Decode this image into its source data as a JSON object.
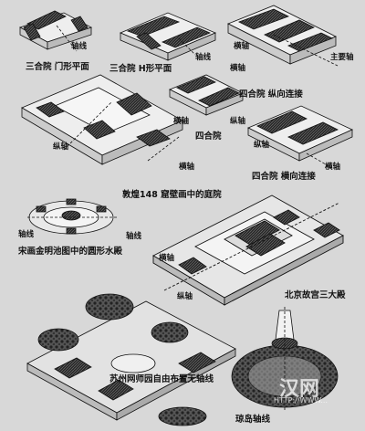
{
  "labels": {
    "sanheyuan_men": "三合院 门形平面",
    "sanheyuan_h": "三合院 H形平面",
    "siheyuan_zongxiang": "四合院 纵向连接",
    "siheyuan": "四合院",
    "siheyuan_hengxiang": "四合院 横向连接",
    "dunhuang": "敦煌148 窟壁画中的庭院",
    "songhua": "宋画金明池图中的圆形水殿",
    "beijing": "北京故宫三大殿",
    "suzhou": "苏州网师园自由布置无轴线",
    "qiongdao": "琼岛轴线",
    "zhuyaozhou": "主要轴",
    "zhouxian": "轴线",
    "hengzhou": "横轴",
    "zongzhou": "纵轴"
  },
  "watermark": {
    "logo": "汉网",
    "url": "HTTP://WWW..."
  },
  "colors": {
    "background": "#d8d8d8",
    "ink": "#111111",
    "roof": "#3a3a3a",
    "wall": "#f2f2f2"
  }
}
